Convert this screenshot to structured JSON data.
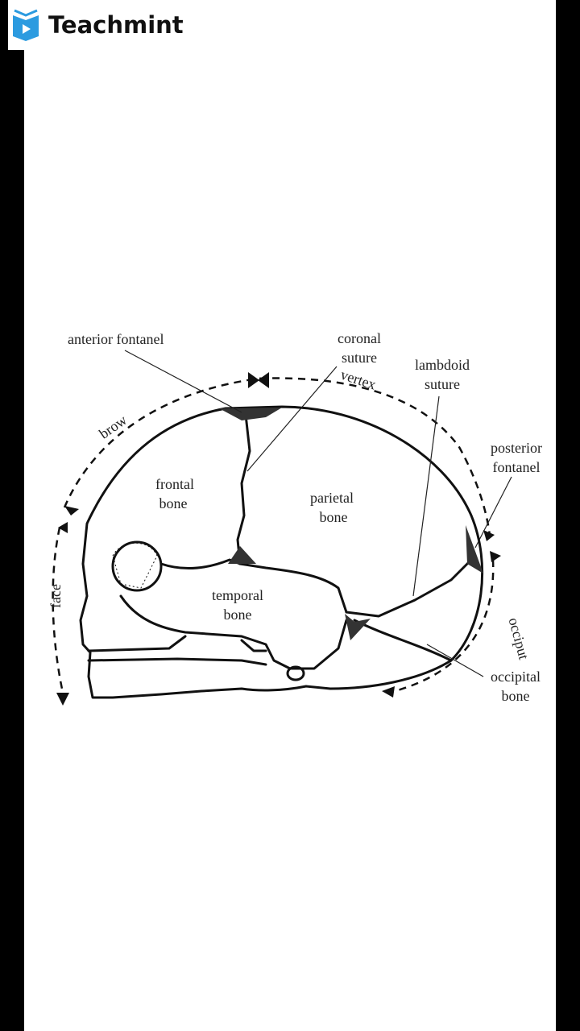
{
  "brand": {
    "name": "Teachmint",
    "color": "#2c9be0"
  },
  "diagram": {
    "labels": {
      "anterior_fontanel": "anterior fontanel",
      "coronal_suture": [
        "coronal",
        "suture"
      ],
      "lambdoid_suture": [
        "lambdoid",
        "suture"
      ],
      "posterior_fontanel": [
        "posterior",
        "fontanel"
      ],
      "frontal_bone": [
        "frontal",
        "bone"
      ],
      "parietal_bone": [
        "parietal",
        "bone"
      ],
      "temporal_bone": [
        "temporal",
        "bone"
      ],
      "occipital_bone": [
        "occipital",
        "bone"
      ],
      "vertex": "vertex",
      "brow": "brow",
      "face": "face",
      "occiput": "occiput"
    }
  }
}
